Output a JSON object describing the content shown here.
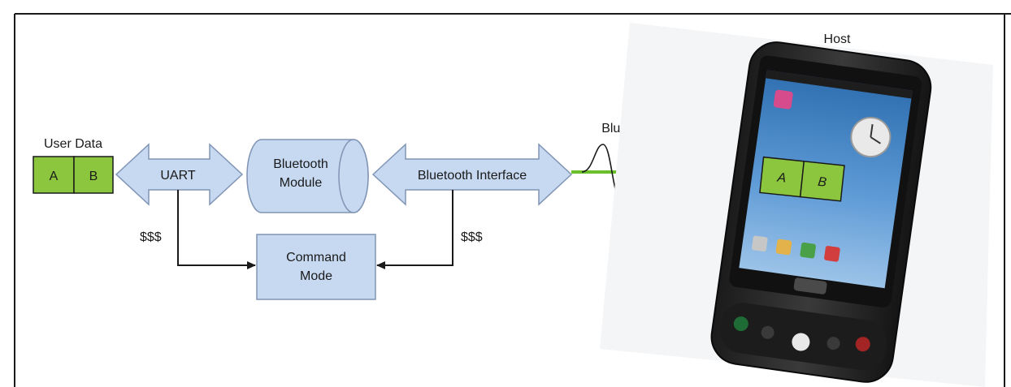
{
  "labels": {
    "user_data": "User Data",
    "cell_a": "A",
    "cell_b": "B",
    "uart": "UART",
    "module_line1": "Bluetooth",
    "module_line2": "Module",
    "bt_interface": "Bluetooth Interface",
    "wireless": "Bluetooth",
    "host": "Host",
    "cmd_line1": "Command",
    "cmd_line2": "Mode",
    "escape_left": "$$$",
    "escape_right": "$$$",
    "phone_cell_a": "A",
    "phone_cell_b": "B"
  },
  "colors": {
    "block_fill": "#c6d9f1",
    "block_stroke": "#8094b4",
    "data_green": "#8cc63f",
    "link_green": "#6abf2a",
    "phone_body": "#2b2b2b",
    "screen_blue": "#3d78b4"
  }
}
